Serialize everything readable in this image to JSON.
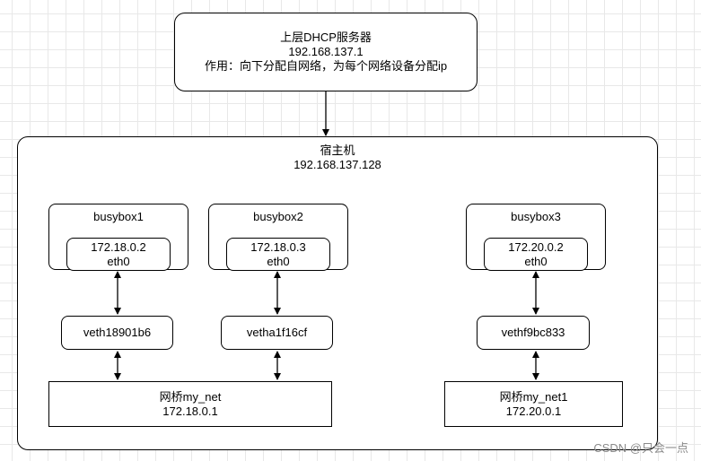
{
  "dhcp_server": {
    "title": "上层DHCP服务器",
    "ip": "192.168.137.1",
    "role": "作用：向下分配自网络，为每个网络设备分配ip"
  },
  "host": {
    "title": "宿主机",
    "ip": "192.168.137.128"
  },
  "containers": [
    {
      "name": "busybox1",
      "ip": "172.18.0.2",
      "iface": "eth0"
    },
    {
      "name": "busybox2",
      "ip": "172.18.0.3",
      "iface": "eth0"
    },
    {
      "name": "busybox3",
      "ip": "172.20.0.2",
      "iface": "eth0"
    }
  ],
  "veths": [
    "veth18901b6",
    "vetha1f16cf",
    "vethf9bc833"
  ],
  "bridges": [
    {
      "name": "网桥my_net",
      "ip": "172.18.0.1"
    },
    {
      "name": "网桥my_net1",
      "ip": "172.20.0.1"
    }
  ],
  "watermark": "CSDN @只会一点"
}
